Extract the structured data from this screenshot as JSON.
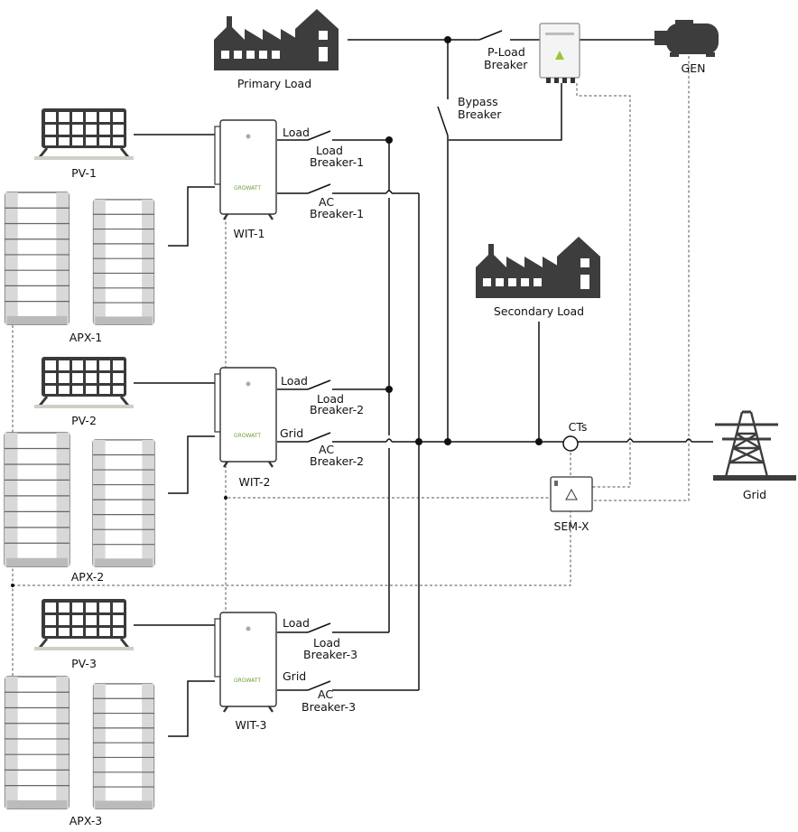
{
  "loads": {
    "primary": "Primary Load",
    "secondary": "Secondary Load"
  },
  "generator": "GEN",
  "grid": "Grid",
  "meter": {
    "name": "SEM-X",
    "ct_label": "CTs"
  },
  "breakers": {
    "p_load_line1": "P-Load",
    "p_load_line2": "Breaker",
    "bypass_line1": "Bypass",
    "bypass_line2": "Breaker"
  },
  "brand": "GROWATT",
  "groups": [
    {
      "pv": "PV-1",
      "inverter": "WIT-1",
      "battery": "APX-1",
      "load_port": "Load",
      "ac_port": "",
      "load_breaker_line1": "Load",
      "load_breaker_line2": "Breaker-1",
      "ac_breaker_line1": "AC",
      "ac_breaker_line2": "Breaker-1"
    },
    {
      "pv": "PV-2",
      "inverter": "WIT-2",
      "battery": "APX-2",
      "load_port": "Load",
      "ac_port": "Grid",
      "load_breaker_line1": "Load",
      "load_breaker_line2": "Breaker-2",
      "ac_breaker_line1": "AC",
      "ac_breaker_line2": "Breaker-2"
    },
    {
      "pv": "PV-3",
      "inverter": "WIT-3",
      "battery": "APX-3",
      "load_port": "Load",
      "ac_port": "Grid",
      "load_breaker_line1": "Load",
      "load_breaker_line2": "Breaker-3",
      "ac_breaker_line1": "AC",
      "ac_breaker_line2": "Breaker-3"
    }
  ]
}
